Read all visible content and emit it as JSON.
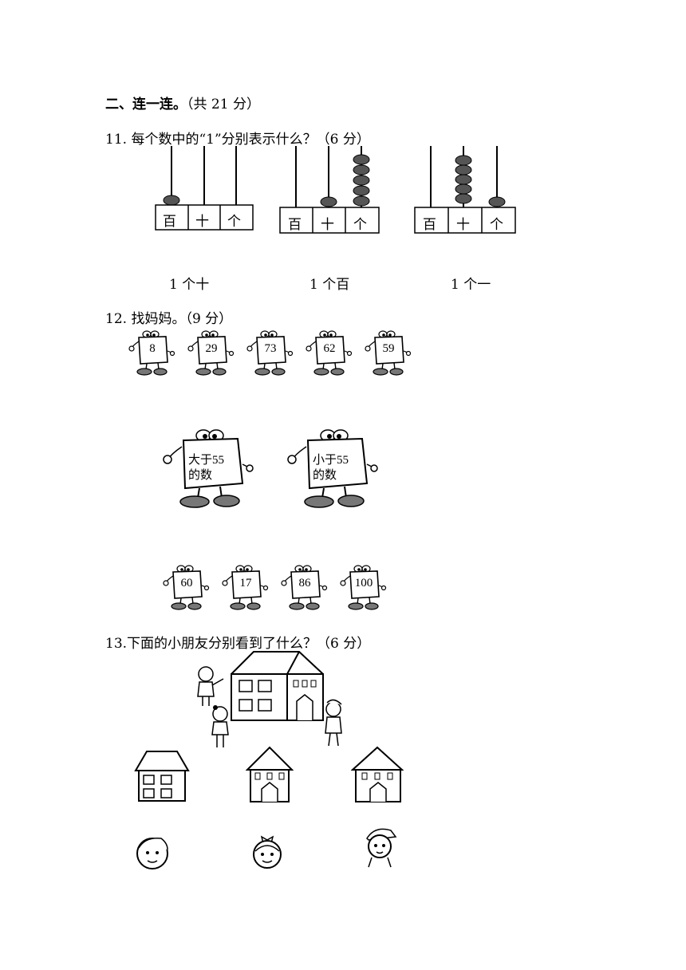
{
  "section_title": "二、连一连。",
  "section_points": "（共 21 分）",
  "q11": {
    "text": "11.  每个数中的“1”分别表示什么？（6 分）",
    "abacus_labels": [
      "百",
      "十",
      "个"
    ],
    "answers": [
      "1 个十",
      "1 个百",
      "1 个一"
    ]
  },
  "q12": {
    "text": "12.  找妈妈。（9 分）",
    "top_cards": [
      "8",
      "29",
      "73",
      "62",
      "59"
    ],
    "mothers": [
      {
        "line1": "大于55",
        "line2": "的数"
      },
      {
        "line1": "小于55",
        "line2": "的数"
      }
    ],
    "bottom_cards": [
      "60",
      "17",
      "86",
      "100"
    ]
  },
  "q13": {
    "text": "13.下面的小朋友分别看到了什么？（6 分）"
  }
}
